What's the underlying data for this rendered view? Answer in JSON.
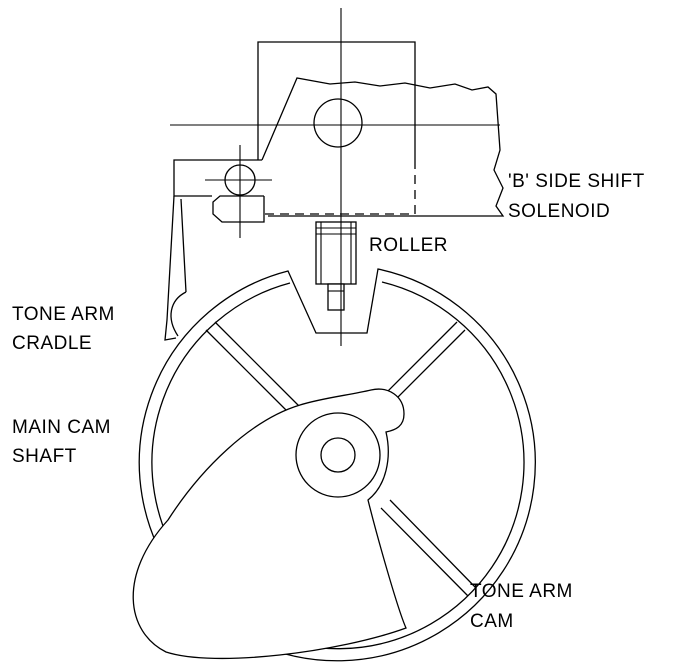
{
  "labels": {
    "b_side_shift_solenoid_line1": "'B' SIDE SHIFT",
    "b_side_shift_solenoid_line2": "SOLENOID",
    "roller": "ROLLER",
    "tone_arm_cradle_line1": "TONE ARM",
    "tone_arm_cradle_line2": "CRADLE",
    "main_cam_shaft_line1": "MAIN CAM",
    "main_cam_shaft_line2": "SHAFT",
    "tone_arm_cam_line1": "TONE ARM",
    "tone_arm_cam_line2": "CAM"
  }
}
